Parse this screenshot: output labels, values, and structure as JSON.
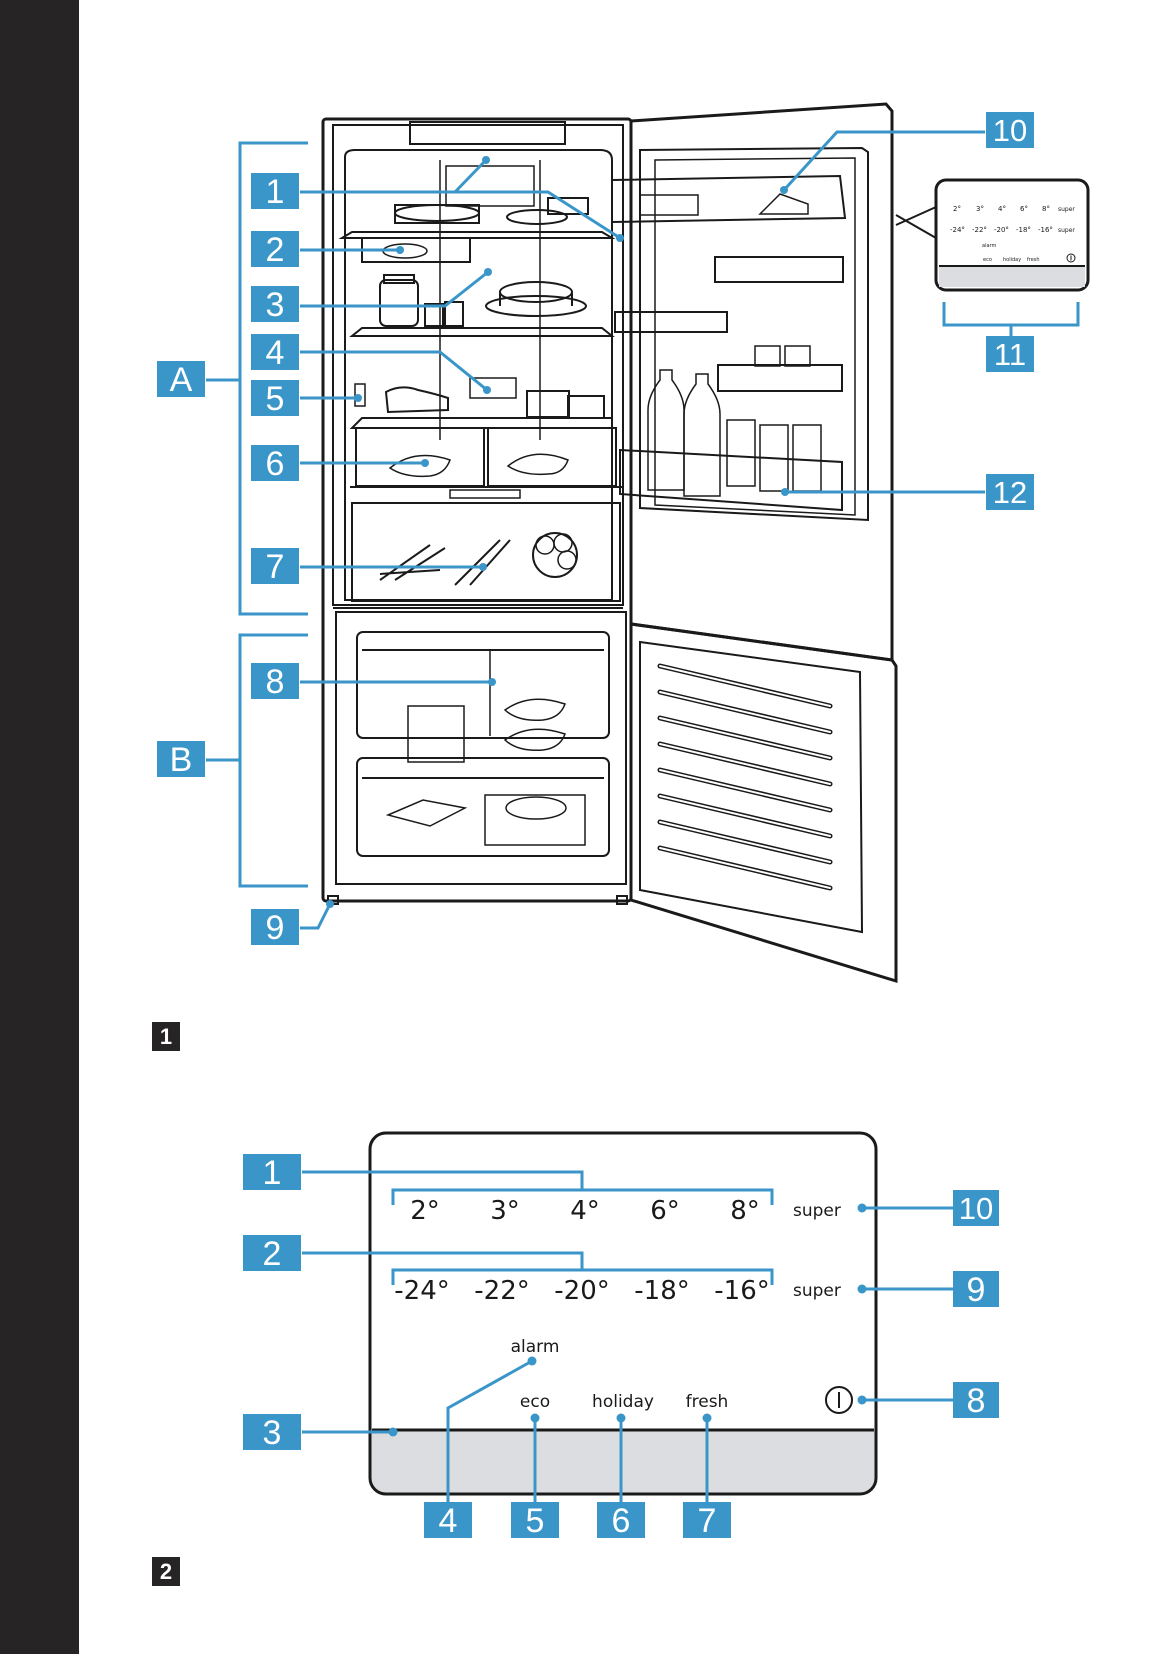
{
  "colors": {
    "callout": "#3a96c9",
    "sidebar": "#262424",
    "outline": "#1a1a1a",
    "panel_strip": "#dcdde0"
  },
  "figure1": {
    "number": "1",
    "group_labels": [
      "A",
      "B"
    ],
    "left_callouts": [
      "1",
      "2",
      "3",
      "4",
      "5",
      "6",
      "7",
      "8",
      "9"
    ],
    "right_callouts": [
      "10",
      "11",
      "12"
    ],
    "mini_panel": {
      "fridge_temps": [
        "2°",
        "3°",
        "4°",
        "6°",
        "8°"
      ],
      "freezer_temps": [
        "-24°",
        "-22°",
        "-20°",
        "-18°",
        "-16°"
      ],
      "super": "super",
      "alarm": "alarm",
      "modes": [
        "eco",
        "holiday",
        "fresh"
      ],
      "power_icon": "power-icon"
    }
  },
  "figure2": {
    "number": "2",
    "fridge_temps": [
      "2°",
      "3°",
      "4°",
      "6°",
      "8°"
    ],
    "freezer_temps": [
      "-24°",
      "-22°",
      "-20°",
      "-18°",
      "-16°"
    ],
    "super_fridge": "super",
    "super_freezer": "super",
    "alarm": "alarm",
    "eco": "eco",
    "holiday": "holiday",
    "fresh": "fresh",
    "power_icon": "power-icon",
    "left_callouts": [
      "1",
      "2",
      "3"
    ],
    "right_callouts": [
      "10",
      "9",
      "8"
    ],
    "bottom_callouts": [
      "4",
      "5",
      "6",
      "7"
    ]
  }
}
